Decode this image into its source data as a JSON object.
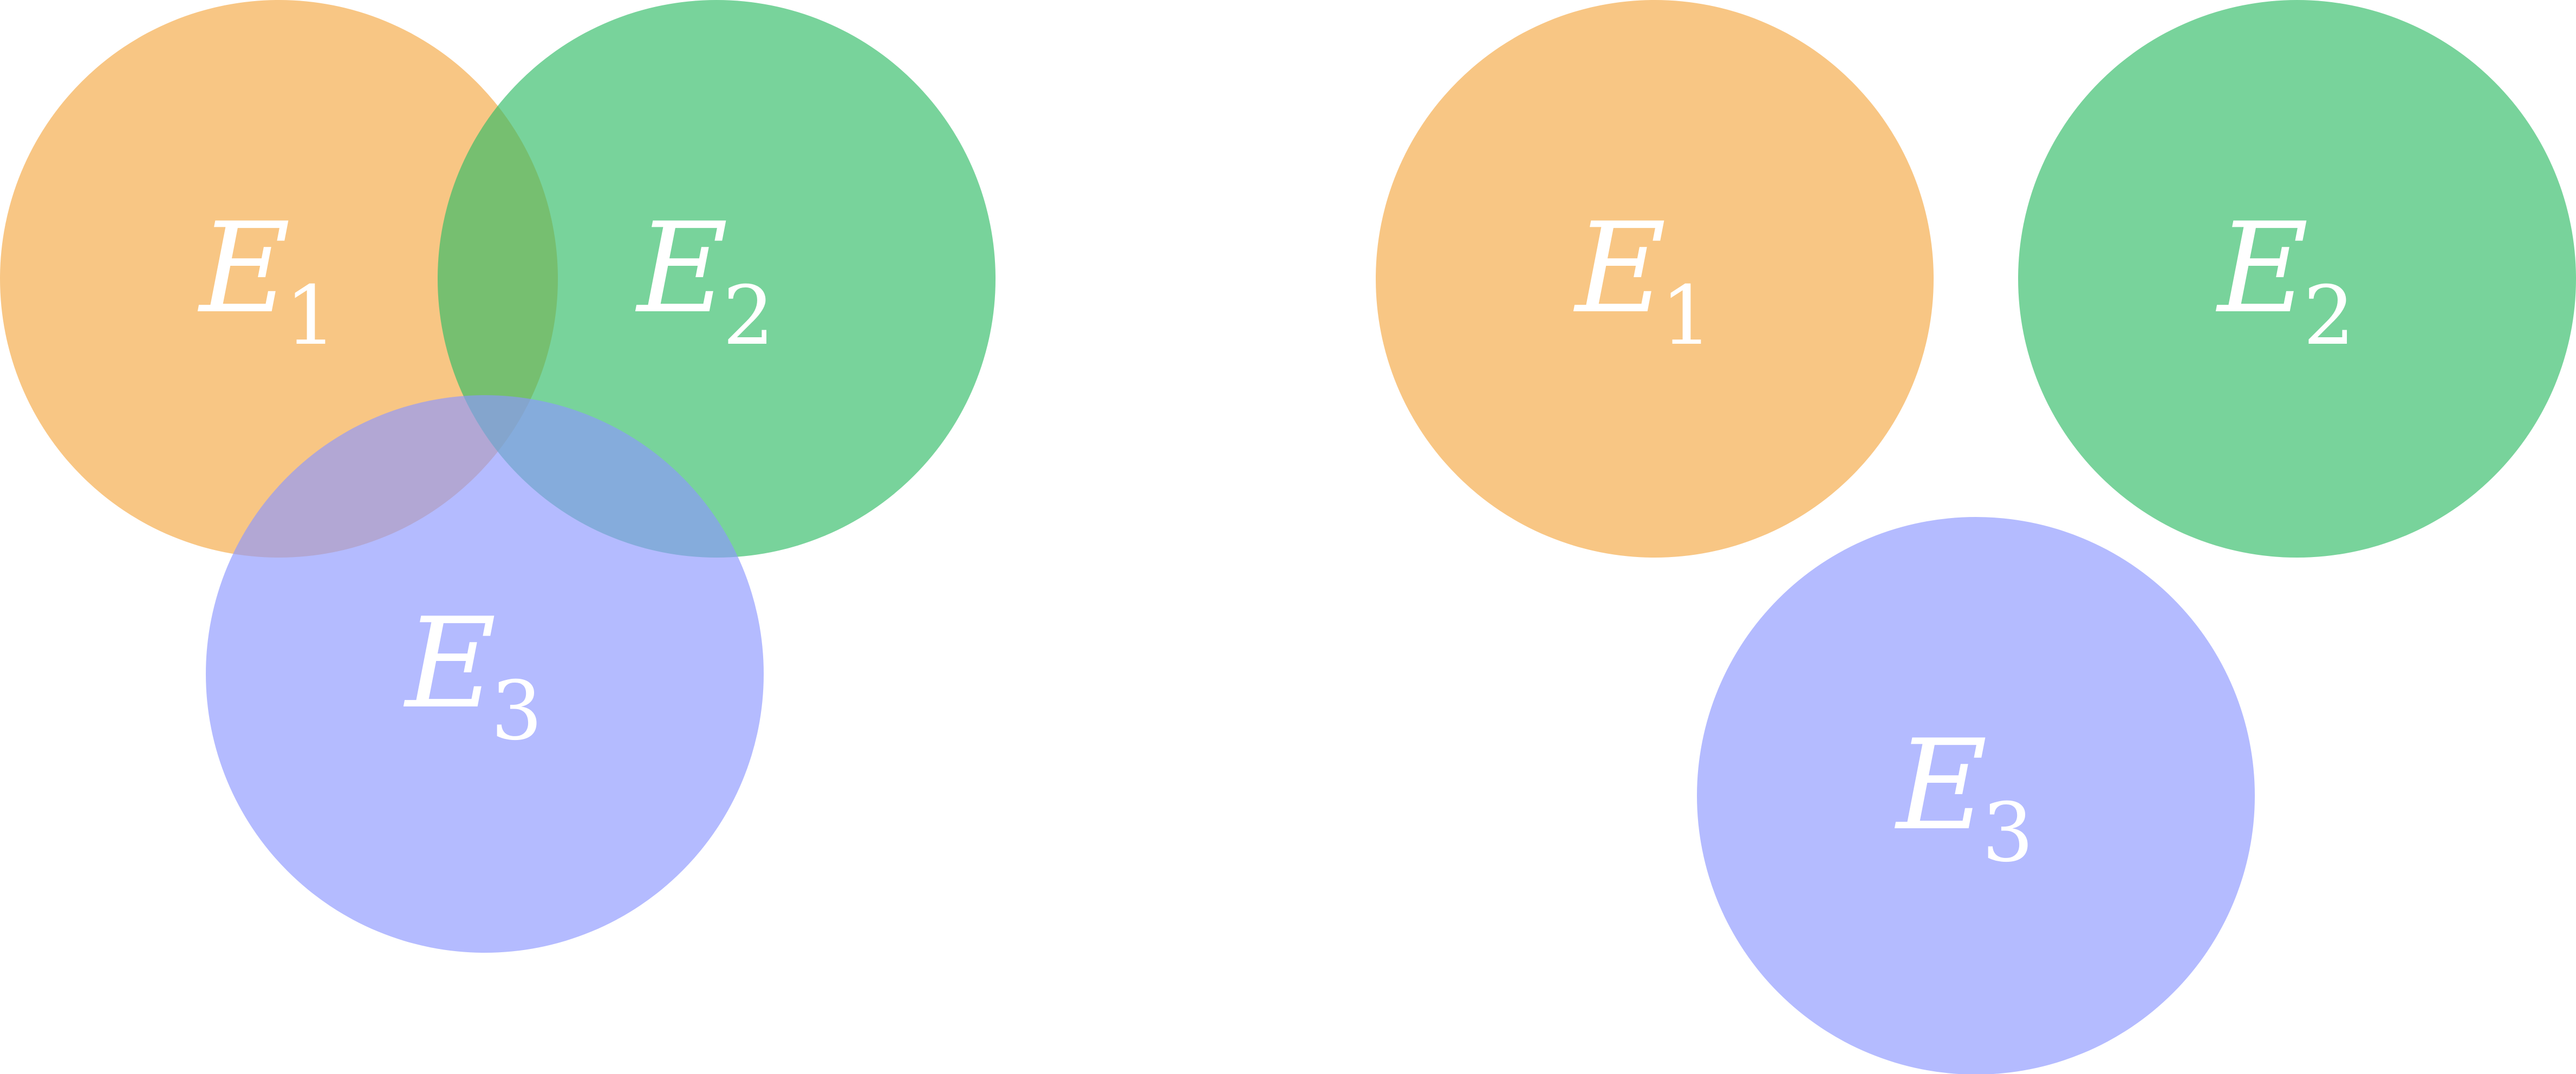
{
  "colors": {
    "set_1": "#f4a742",
    "set_2": "#30bb66",
    "set_3": "#8c96ff",
    "label": "#ffffff"
  },
  "opacity": 0.65,
  "diagrams": [
    {
      "name": "overlapping",
      "sets": [
        {
          "symbol": "E",
          "subscript": "1",
          "color_key": "set_1"
        },
        {
          "symbol": "E",
          "subscript": "2",
          "color_key": "set_2"
        },
        {
          "symbol": "E",
          "subscript": "3",
          "color_key": "set_3"
        }
      ]
    },
    {
      "name": "disjoint",
      "sets": [
        {
          "symbol": "E",
          "subscript": "1",
          "color_key": "set_1"
        },
        {
          "symbol": "E",
          "subscript": "2",
          "color_key": "set_2"
        },
        {
          "symbol": "E",
          "subscript": "3",
          "color_key": "set_3"
        }
      ]
    }
  ]
}
